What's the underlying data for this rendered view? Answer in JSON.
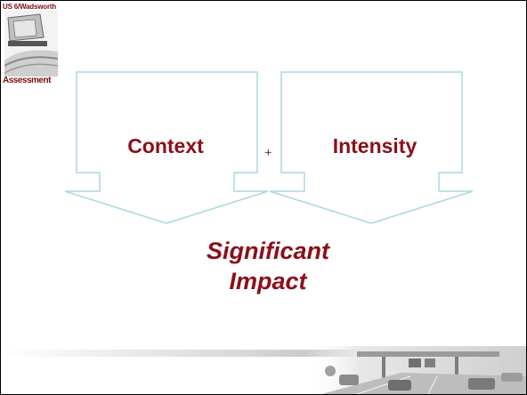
{
  "logo": {
    "top_text": "US 6/Wadsworth",
    "bottom_text": "Assessment",
    "graphic": "highway-interchange-logo"
  },
  "diagram": {
    "left_box": {
      "label": "Context"
    },
    "right_box": {
      "label": "Intensity"
    },
    "operator": "+",
    "result_line1": "Significant",
    "result_line2": "Impact"
  },
  "footer": {
    "graphic": "highway-traffic-photo-strip"
  },
  "colors": {
    "accent_text": "#8b0f1a",
    "arrow_stroke": "#a8d8e0",
    "border": "#000000"
  }
}
